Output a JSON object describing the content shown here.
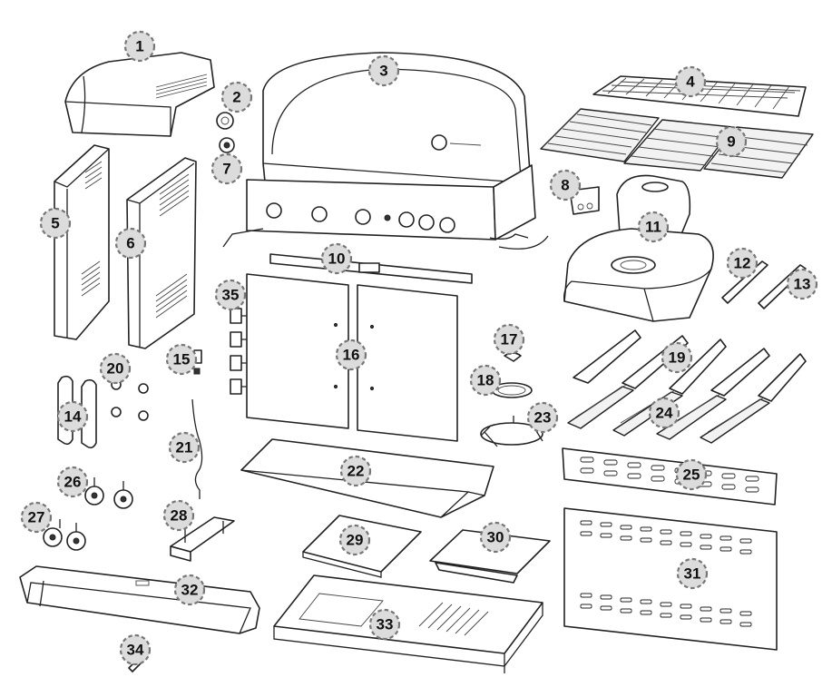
{
  "parts": [
    {
      "id": "p1",
      "label": "1"
    },
    {
      "id": "p2",
      "label": "2"
    },
    {
      "id": "p3",
      "label": "3"
    },
    {
      "id": "p4",
      "label": "4"
    },
    {
      "id": "p5",
      "label": "5"
    },
    {
      "id": "p6",
      "label": "6"
    },
    {
      "id": "p7",
      "label": "7"
    },
    {
      "id": "p8",
      "label": "8"
    },
    {
      "id": "p9",
      "label": "9"
    },
    {
      "id": "p10",
      "label": "10"
    },
    {
      "id": "p11",
      "label": "11"
    },
    {
      "id": "p12",
      "label": "12"
    },
    {
      "id": "p13",
      "label": "13"
    },
    {
      "id": "p14",
      "label": "14"
    },
    {
      "id": "p15",
      "label": "15"
    },
    {
      "id": "p16",
      "label": "16"
    },
    {
      "id": "p17",
      "label": "17"
    },
    {
      "id": "p18",
      "label": "18"
    },
    {
      "id": "p19",
      "label": "19"
    },
    {
      "id": "p20",
      "label": "20"
    },
    {
      "id": "p21",
      "label": "21"
    },
    {
      "id": "p22",
      "label": "22"
    },
    {
      "id": "p23",
      "label": "23"
    },
    {
      "id": "p24",
      "label": "24"
    },
    {
      "id": "p25",
      "label": "25"
    },
    {
      "id": "p26",
      "label": "26"
    },
    {
      "id": "p27",
      "label": "27"
    },
    {
      "id": "p28",
      "label": "28"
    },
    {
      "id": "p29",
      "label": "29"
    },
    {
      "id": "p30",
      "label": "30"
    },
    {
      "id": "p31",
      "label": "31"
    },
    {
      "id": "p32",
      "label": "32"
    },
    {
      "id": "p33",
      "label": "33"
    },
    {
      "id": "p34",
      "label": "34"
    },
    {
      "id": "p35",
      "label": "35"
    }
  ]
}
